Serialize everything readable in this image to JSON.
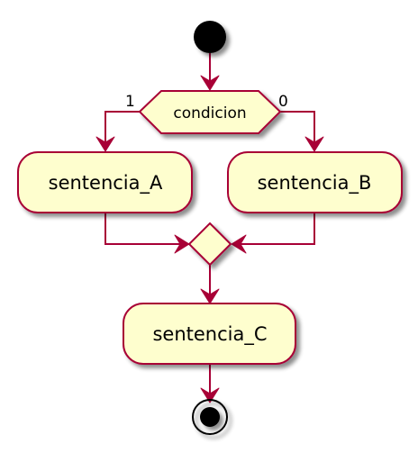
{
  "diagram": {
    "condition": "condicion",
    "branch_true": "1",
    "branch_false": "0",
    "action_a": "sentencia_A",
    "action_b": "sentencia_B",
    "action_c": "sentencia_C"
  },
  "colors": {
    "node_fill": "#fefece",
    "stroke": "#a80036",
    "shadow": "#999999",
    "start_fill": "#000000"
  }
}
